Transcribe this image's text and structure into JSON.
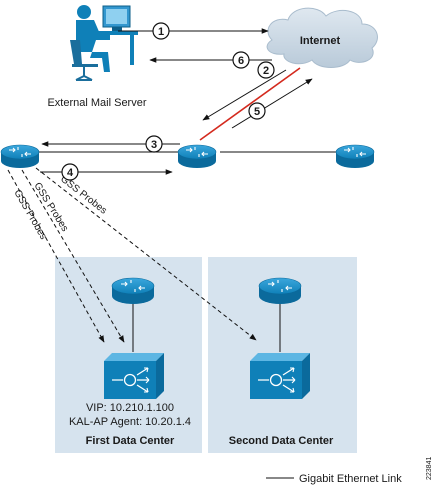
{
  "internet": {
    "label": "Internet"
  },
  "external_mail_server": {
    "label": "External Mail Server"
  },
  "steps": [
    "1",
    "2",
    "3",
    "4",
    "5",
    "6"
  ],
  "probe_label": "GSS Probes",
  "first_dc": {
    "title": "First Data Center",
    "vip": "VIP: 10.210.1.100",
    "agent": "KAL-AP Agent: 10.20.1.4"
  },
  "second_dc": {
    "title": "Second Data Center"
  },
  "legend": {
    "label": "Gigabit Ethernet Link",
    "color": "#d42a1e"
  },
  "figure_id": "223841",
  "colors": {
    "datacenter_bg": "#d6e3ee",
    "router": "#0f80b8",
    "cloud": "#c5d4e1",
    "gigabit_link": "#d42a1e"
  }
}
